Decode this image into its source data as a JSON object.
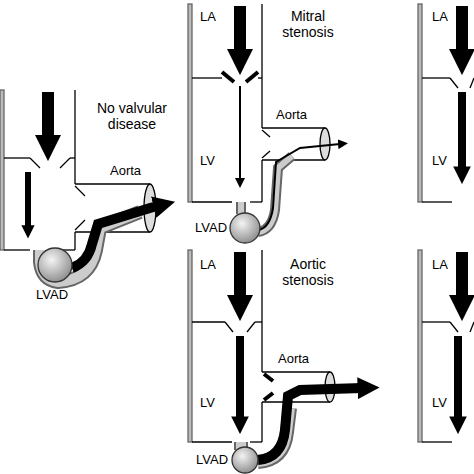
{
  "diagram": {
    "labels": [
      "No valvular disease",
      "Aorta",
      "LVAD",
      "LA",
      "Mitral stenosis",
      "Aorta",
      "LV",
      "LVAD",
      "LA",
      "LV",
      "LA",
      "Aortic stenosis",
      "Aorta",
      "LV",
      "LVAD",
      "LA",
      "LV"
    ]
  }
}
